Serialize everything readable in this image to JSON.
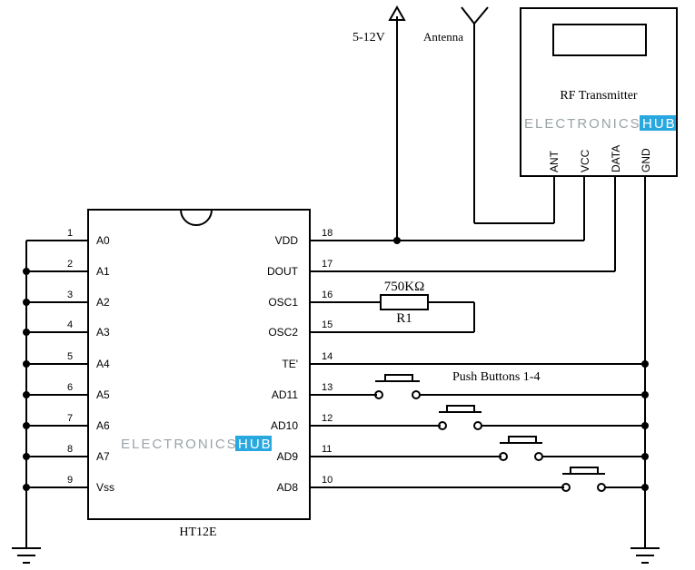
{
  "power": {
    "label": "5-12V"
  },
  "antenna": {
    "label": "Antenna"
  },
  "rf_module": {
    "title": "RF Transmitter",
    "pins": [
      "ANT",
      "VCC",
      "DATA",
      "GND"
    ]
  },
  "watermark": {
    "text1": "ELECTRONICS",
    "text2": "HUB",
    "accent": "#29a8e0",
    "gray": "#9aa3a8"
  },
  "ic": {
    "name": "HT12E",
    "left_pins": [
      {
        "num": "1",
        "label": "A0"
      },
      {
        "num": "2",
        "label": "A1"
      },
      {
        "num": "3",
        "label": "A2"
      },
      {
        "num": "4",
        "label": "A3"
      },
      {
        "num": "5",
        "label": "A4"
      },
      {
        "num": "6",
        "label": "A5"
      },
      {
        "num": "7",
        "label": "A6"
      },
      {
        "num": "8",
        "label": "A7"
      },
      {
        "num": "9",
        "label": "Vss"
      }
    ],
    "right_pins": [
      {
        "num": "18",
        "label": "VDD"
      },
      {
        "num": "17",
        "label": "DOUT"
      },
      {
        "num": "16",
        "label": "OSC1"
      },
      {
        "num": "15",
        "label": "OSC2"
      },
      {
        "num": "14",
        "label": "TE'"
      },
      {
        "num": "13",
        "label": "AD11"
      },
      {
        "num": "12",
        "label": "AD10"
      },
      {
        "num": "11",
        "label": "AD9"
      },
      {
        "num": "10",
        "label": "AD8"
      }
    ]
  },
  "resistor": {
    "value": "750KΩ",
    "ref": "R1"
  },
  "buttons": {
    "label": "Push Buttons 1-4"
  }
}
